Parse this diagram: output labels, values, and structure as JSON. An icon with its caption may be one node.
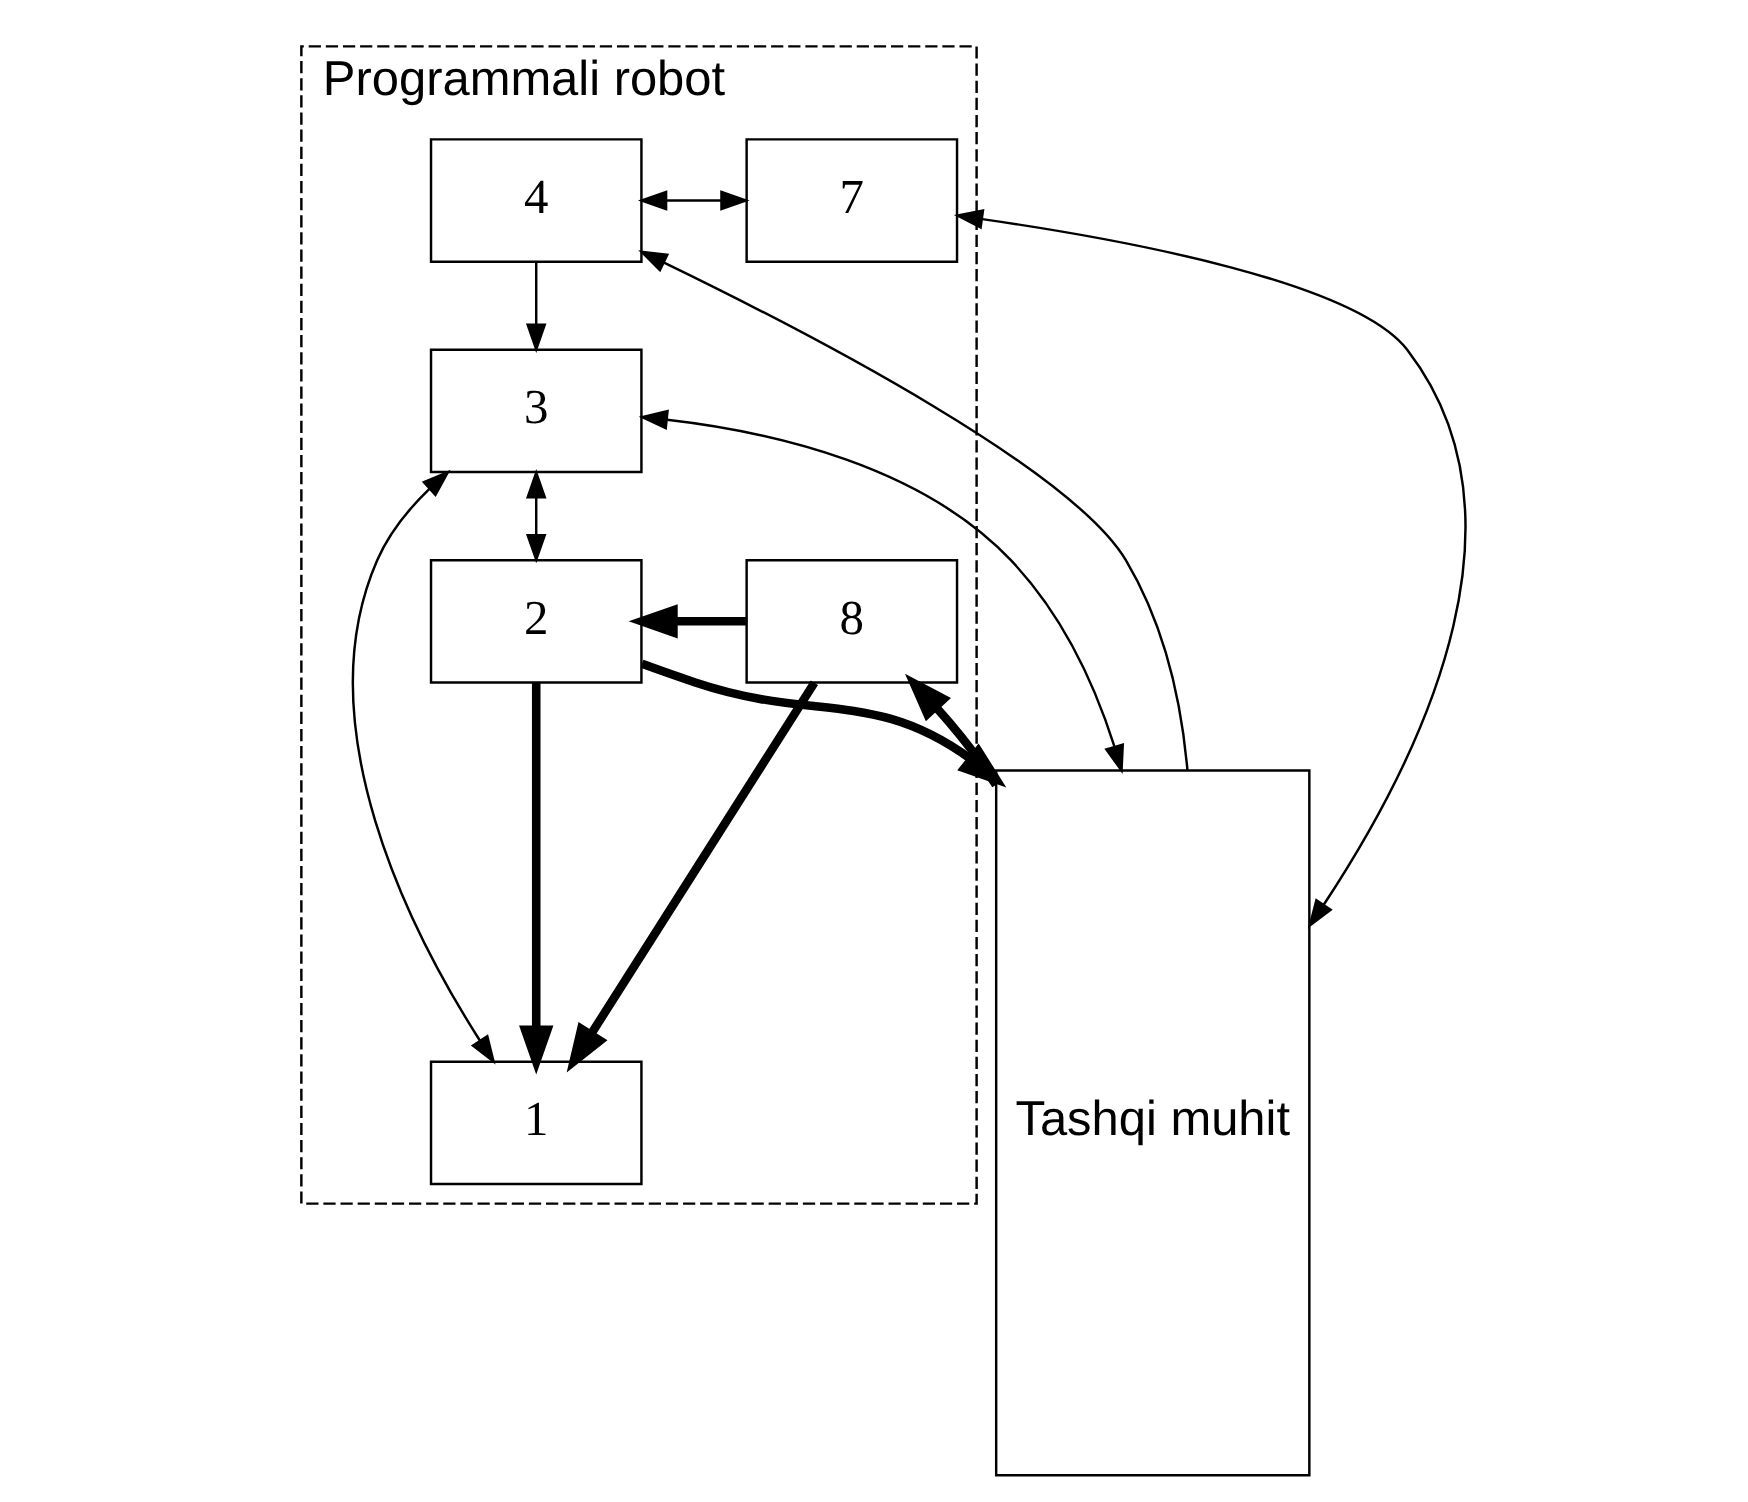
{
  "diagram": {
    "nodes": [
      {
        "text": [
          "Programmali robot"
        ]
      },
      {
        "text": [
          "4"
        ],
        "in": 0
      },
      {
        "text": [
          "7"
        ],
        "in": 0
      },
      {
        "text": [
          "3"
        ],
        "in": 0
      },
      {
        "text": [
          "2"
        ],
        "in": 0
      },
      {
        "text": [
          "8"
        ],
        "in": 0
      },
      {
        "text": [
          "1"
        ],
        "in": 0
      },
      {
        "text": [
          "Tashqi muhit"
        ]
      }
    ],
    "edges": [
      {
        "from": 7,
        "to": 1,
        "arrow": "to"
      },
      {
        "from": 1,
        "to": 2,
        "arrow": "both"
      },
      {
        "from": 2,
        "to": 7,
        "arrow": "both"
      },
      {
        "from": 1,
        "to": 3,
        "arrow": "to"
      },
      {
        "from": 3,
        "to": 7,
        "arrow": "both"
      },
      {
        "from": 3,
        "to": 4,
        "arrow": "both"
      },
      {
        "from": 4,
        "to": 7,
        "arrow": "to",
        "style": "thick"
      },
      {
        "from": 4,
        "to": 6,
        "arrow": "to",
        "style": "thick"
      },
      {
        "from": 5,
        "to": 4,
        "arrow": "to",
        "style": "thick"
      },
      {
        "from": 7,
        "to": 5,
        "arrow": "to",
        "style": "thick"
      },
      {
        "from": 5,
        "to": 6,
        "arrow": "to",
        "style": "thick"
      },
      {
        "from": 3,
        "to": 6,
        "arrow": "both"
      }
    ]
  }
}
